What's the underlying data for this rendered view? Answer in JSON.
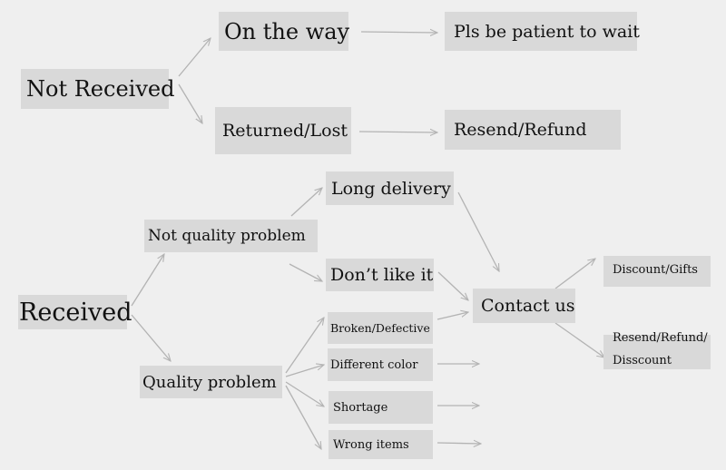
{
  "colors": {
    "background": "#efefef",
    "box": "#d9d9d9",
    "arrow": "#b3b3b3",
    "text": "#111111"
  },
  "not_received": {
    "root": "Not Received",
    "on_the_way": "On the way",
    "be_patient": "Pls be patient to wait",
    "returned_lost": "Returned/Lost",
    "resend_refund": "Resend/Refund"
  },
  "received": {
    "root": "Received",
    "not_quality_problem": "Not quality problem",
    "long_delivery": "Long delivery",
    "dont_like_it": "Don’t like it",
    "quality_problem": "Quality problem",
    "broken_defective": "Broken/Defective",
    "different_color": "Different color",
    "shortage": "Shortage",
    "wrong_items": "Wrong items",
    "contact_us": "Contact us",
    "discount_gifts": "Discount/Gifts",
    "resend_refund_discount_line1": "Resend/Refund/",
    "resend_refund_discount_line2": "Disscount"
  }
}
